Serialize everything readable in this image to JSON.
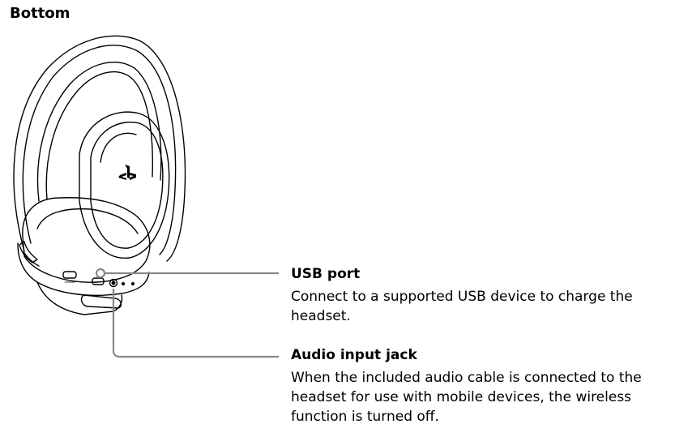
{
  "section": {
    "title": "Bottom"
  },
  "callouts": [
    {
      "title": "USB port",
      "description": "Connect to a supported USB device to charge the headset."
    },
    {
      "title": "Audio input jack",
      "description": "When the included audio cable is connected to the headset for use with mobile devices, the wireless function is turned off."
    }
  ],
  "logo": {
    "icon": "playstation-logo-icon"
  },
  "colors": {
    "outline": "#000000",
    "leader_line": "#888888",
    "background": "#ffffff"
  }
}
